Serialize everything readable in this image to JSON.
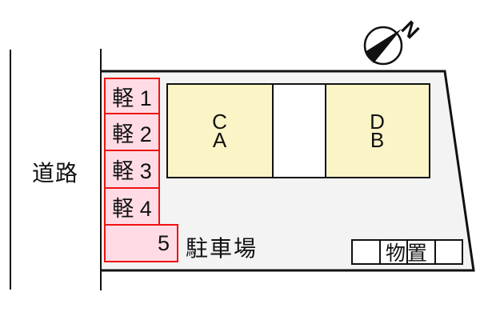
{
  "site_plan": {
    "road_label": "道路",
    "compass_label": "N",
    "parking_area_label": "駐車場",
    "parking_spaces": [
      {
        "label": "軽 1"
      },
      {
        "label": "軽 2"
      },
      {
        "label": "軽 3"
      },
      {
        "label": "軽 4"
      },
      {
        "label": "5"
      }
    ],
    "building_units": [
      {
        "top": "C",
        "bottom": "A"
      },
      {
        "top": "D",
        "bottom": "B"
      }
    ],
    "storage_label": "物置",
    "colors": {
      "site_fill": "#f3f3f3",
      "building_fill": "#faf4c6",
      "parking_fill": "#ffdce5",
      "parking_border": "#ee1111",
      "outline": "#111111"
    }
  }
}
